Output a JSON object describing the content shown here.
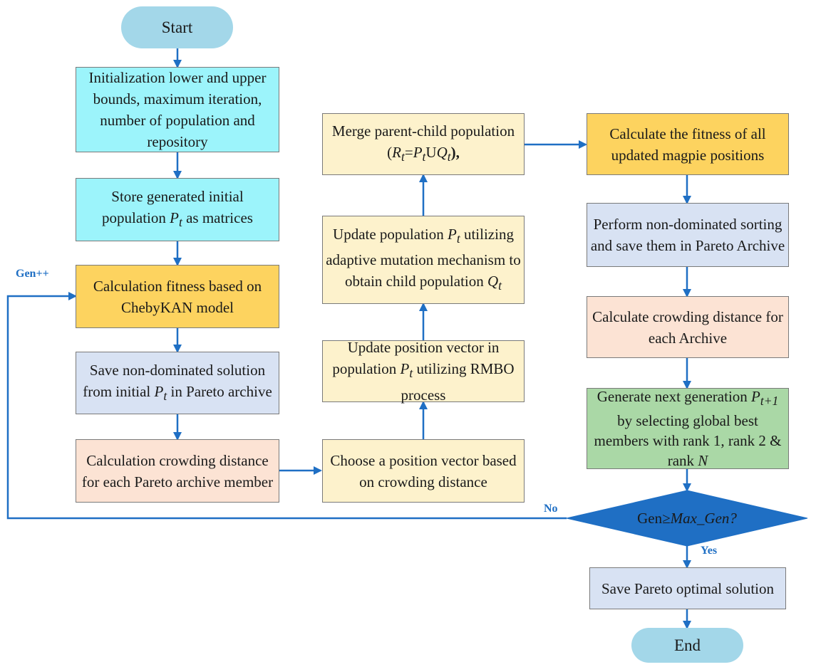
{
  "nodes": {
    "start": "Start",
    "end": "End",
    "init": [
      "Initialization lower and",
      "upper bounds, maximum",
      "iteration, number of",
      "population and repository"
    ],
    "store": {
      "line1": "Store  generated initial",
      "line2_pre": "population ",
      "line2_var": "P",
      "line2_sub": "t",
      "line2_post": " as matrices"
    },
    "calc_fitness": [
      "Calculation fitness based",
      "on ChebyKAN model"
    ],
    "save_nd": {
      "line1": "Save non-dominated",
      "line2_pre": "solution from initial ",
      "line2_var": "P",
      "line2_sub": "t",
      "line2_post": "  in",
      "line3": "Pareto archive"
    },
    "crowd_calc": [
      "Calculation crowding",
      "distance for each Pareto",
      "archive member"
    ],
    "choose": [
      "Choose a position vector",
      "based on crowding",
      "distance"
    ],
    "update_pos": {
      "line1": "Update position vector in",
      "line2_pre": "population  ",
      "line2_var": "P",
      "line2_sub": "t",
      "line2_post": " utilizing",
      "line3": "RMBO  process"
    },
    "update_pop": {
      "line1_pre": "Update population ",
      "line1_var": "P",
      "line1_sub": "t",
      "line2": "utilizing adaptive mutation",
      "line3": "mechanism to obtain child",
      "line4_pre": "population ",
      "line4_var": "Q",
      "line4_sub": "t"
    },
    "merge": {
      "line1": "Merge parent-child",
      "line2_pre": "population (",
      "R": "R",
      "R_sub": "t",
      "eq": "=",
      "P": "P",
      "P_sub": "t",
      "U": "U",
      "Q": "Q",
      "Q_sub": "t",
      "line2_post": "),"
    },
    "calc_all": [
      "Calculate the fitness of all",
      "updated magpie positions"
    ],
    "sort": [
      "Perform  non-dominated",
      "sorting and save them in",
      "Pareto Archive"
    ],
    "crowd_archive": [
      "Calculate crowding",
      "distance for each Archive"
    ],
    "generate": {
      "line1": "Generate next generation",
      "line2_var": "P",
      "line2_sub": "t+1",
      "line2_post": " by selecting  global",
      "line3": "best  members with rank 1,",
      "line4_pre": "rank 2 & rank ",
      "line4_var": "N"
    },
    "decision": {
      "pre": "Gen≥",
      "var": "Max_Gen?"
    },
    "save_opt": [
      "Save Pareto optimal",
      "solution"
    ]
  },
  "labels": {
    "gen": "Gen++",
    "no": "No",
    "yes": "Yes"
  },
  "colors": {
    "arrow": "#1f6fc4",
    "cyan": "#9cf4fb",
    "light_yellow": "#fdf2cc",
    "orange": "#fdd35f",
    "light_blue": "#d8e2f3",
    "salmon": "#fce3d4",
    "green": "#aad8a6",
    "terminal": "#a3d7e9"
  }
}
